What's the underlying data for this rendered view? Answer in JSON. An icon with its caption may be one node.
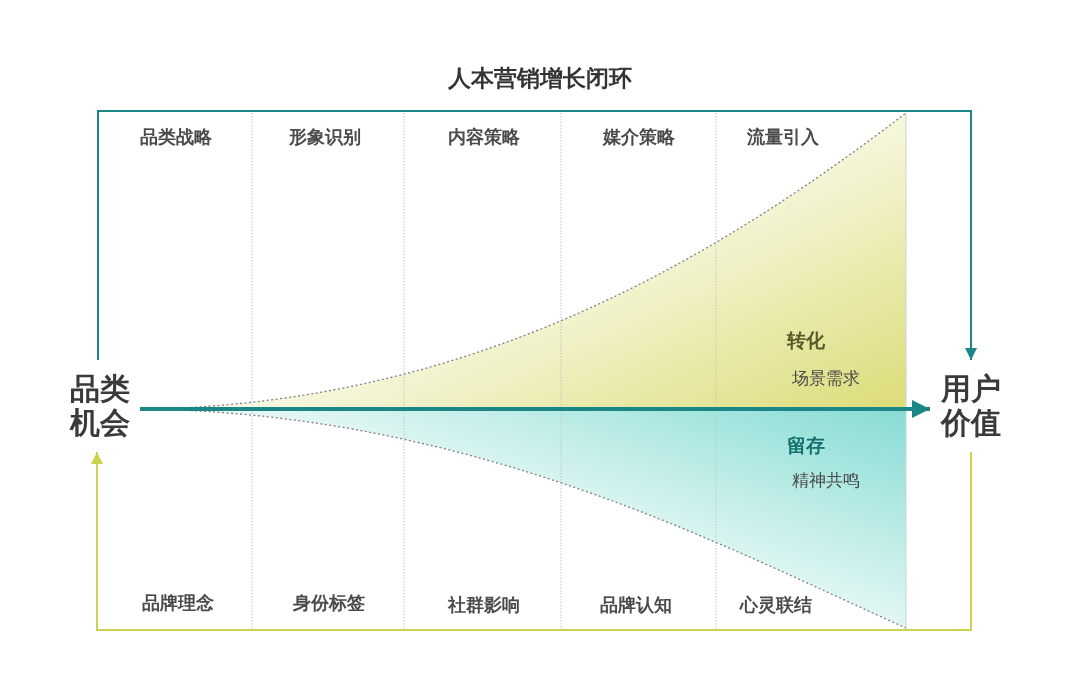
{
  "diagram": {
    "title": "人本营销增长闭环",
    "nodes": [
      {
        "text": [
          "品类机会"
        ]
      },
      {
        "text": [
          "用户价值"
        ]
      }
    ],
    "edges": [
      {
        "from": 0,
        "to": 1,
        "arrow": "to",
        "style": "thick"
      },
      {
        "from": 0,
        "to": 1,
        "arrow": "to"
      },
      {
        "from": 1,
        "to": 0,
        "arrow": "to",
        "color": "#cfd24e"
      }
    ],
    "labels": [
      "品类战略",
      "形象识别",
      "内容策略",
      "媒介策略",
      "流量引入",
      "转化",
      "场景需求",
      "留存",
      "精神共鸣",
      "品牌理念",
      "身份标签",
      "社群影响",
      "品牌认知",
      "心灵联结"
    ]
  }
}
